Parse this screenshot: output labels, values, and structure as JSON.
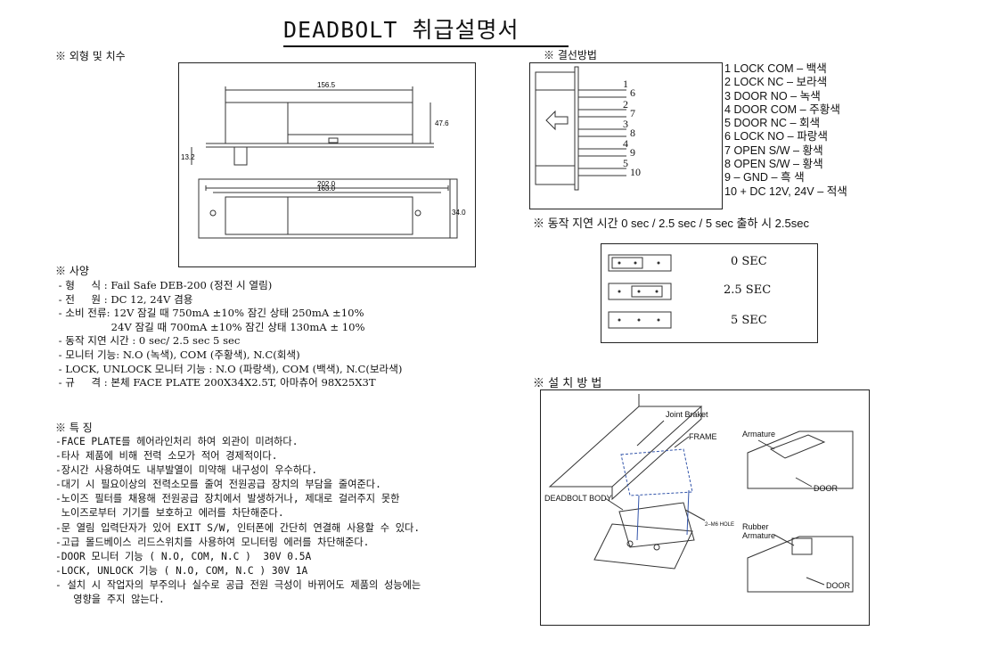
{
  "title": "DEADBOLT 취급설명서",
  "dimension_header": "※ 외형 및 치수",
  "dimension_labels": [
    "156.5",
    "47.6",
    "13.2",
    "202.0",
    "163.0",
    "34.0"
  ],
  "wiring_header": "※ 결선방법",
  "wiring_pins": [
    "1",
    "2",
    "3",
    "4",
    "5",
    "6",
    "7",
    "8",
    "9",
    "10"
  ],
  "wiring": [
    "1 LOCK  COM – 백색",
    "2 LOCK  NC – 보라색",
    "3 DOOR  NO – 녹색",
    "4 DOOR  COM – 주황색",
    "5 DOOR  NC – 회색",
    "6 LOCK  NO – 파랑색",
    "7 OPEN S/W – 황색",
    "8 OPEN S/W – 황색",
    "9 – GND – 흑 색",
    "10 + DC 12V, 24V – 적색"
  ],
  "delay_note": "※ 동작 지연 시간  0 sec / 2.5 sec / 5 sec  출하 시 2.5sec",
  "delay_options": [
    "0 SEC",
    "2.5 SEC",
    "5 SEC"
  ],
  "spec_header": "※ 사양",
  "specs": [
    " - 형     식 : Fail Safe DEB-200 (정전 시 열림)",
    " - 전     원 : DC 12, 24V 겸용",
    " - 소비 전류: 12V 잠길 때 750mA ±10% 잠긴 상태 250mA ±10%",
    "                 24V 잠길 때 700mA ±10% 잠긴 상태 130mA ± 10%",
    " - 동작 지연 시간 : 0 sec/ 2.5 sec 5 sec",
    " - 모니터 기능: N.O (녹색), COM (주황색), N.C(회색)",
    " - LOCK, UNLOCK 모니터 기능 : N.O (파랑색), COM (백색), N.C(보라색)",
    " - 규     격 : 본체 FACE PLATE 200X34X2.5T, 아마츄어 98X25X3T"
  ],
  "feature_header": "※ 특 징",
  "features": [
    "-FACE PLATE를 헤어라인처리 하여 외관이 미려하다.",
    "-타사 제품에 비해 전력 소모가 적어 경제적이다.",
    "-장시간 사용하여도 내부발열이 미약해 내구성이 우수하다.",
    "-대기 시 필요이상의 전력소모를 줄여 전원공급 장치의 부담을 줄여준다.",
    "-노이즈 필터를 채용해 전원공급 장치에서 발생하거나, 제대로 걸러주지 못한",
    " 노이즈로부터 기기를 보호하고 에러를 차단해준다.",
    "-문 열림 입력단자가 있어 EXIT S/W, 인터폰에 간단히 연결해 사용할 수 있다.",
    "-고급 몰드베이스 리드스위치를 사용하여 모니터링 에러를 차단해준다.",
    "-DOOR 모니터 기능 ( N.O, COM, N.C )  30V 0.5A",
    "-LOCK, UNLOCK 기능 ( N.O, COM, N.C ) 30V 1A",
    "- 설치 시 작업자의 부주의나 실수로 공급 전원 극성이 바뀌어도 제품의 성능에는",
    "   영향을 주지 않는다."
  ],
  "install_header": "※ 설 치 방 법",
  "install_labels": {
    "joint": "Joint Braket",
    "frame": "FRAME",
    "body": "DEADBOLT BODY",
    "hole": "2–M6 HOLE",
    "armature": "Armature",
    "door1": "DOOR",
    "rubber": "Rubber",
    "armature2": "Armature",
    "door2": "DOOR"
  }
}
